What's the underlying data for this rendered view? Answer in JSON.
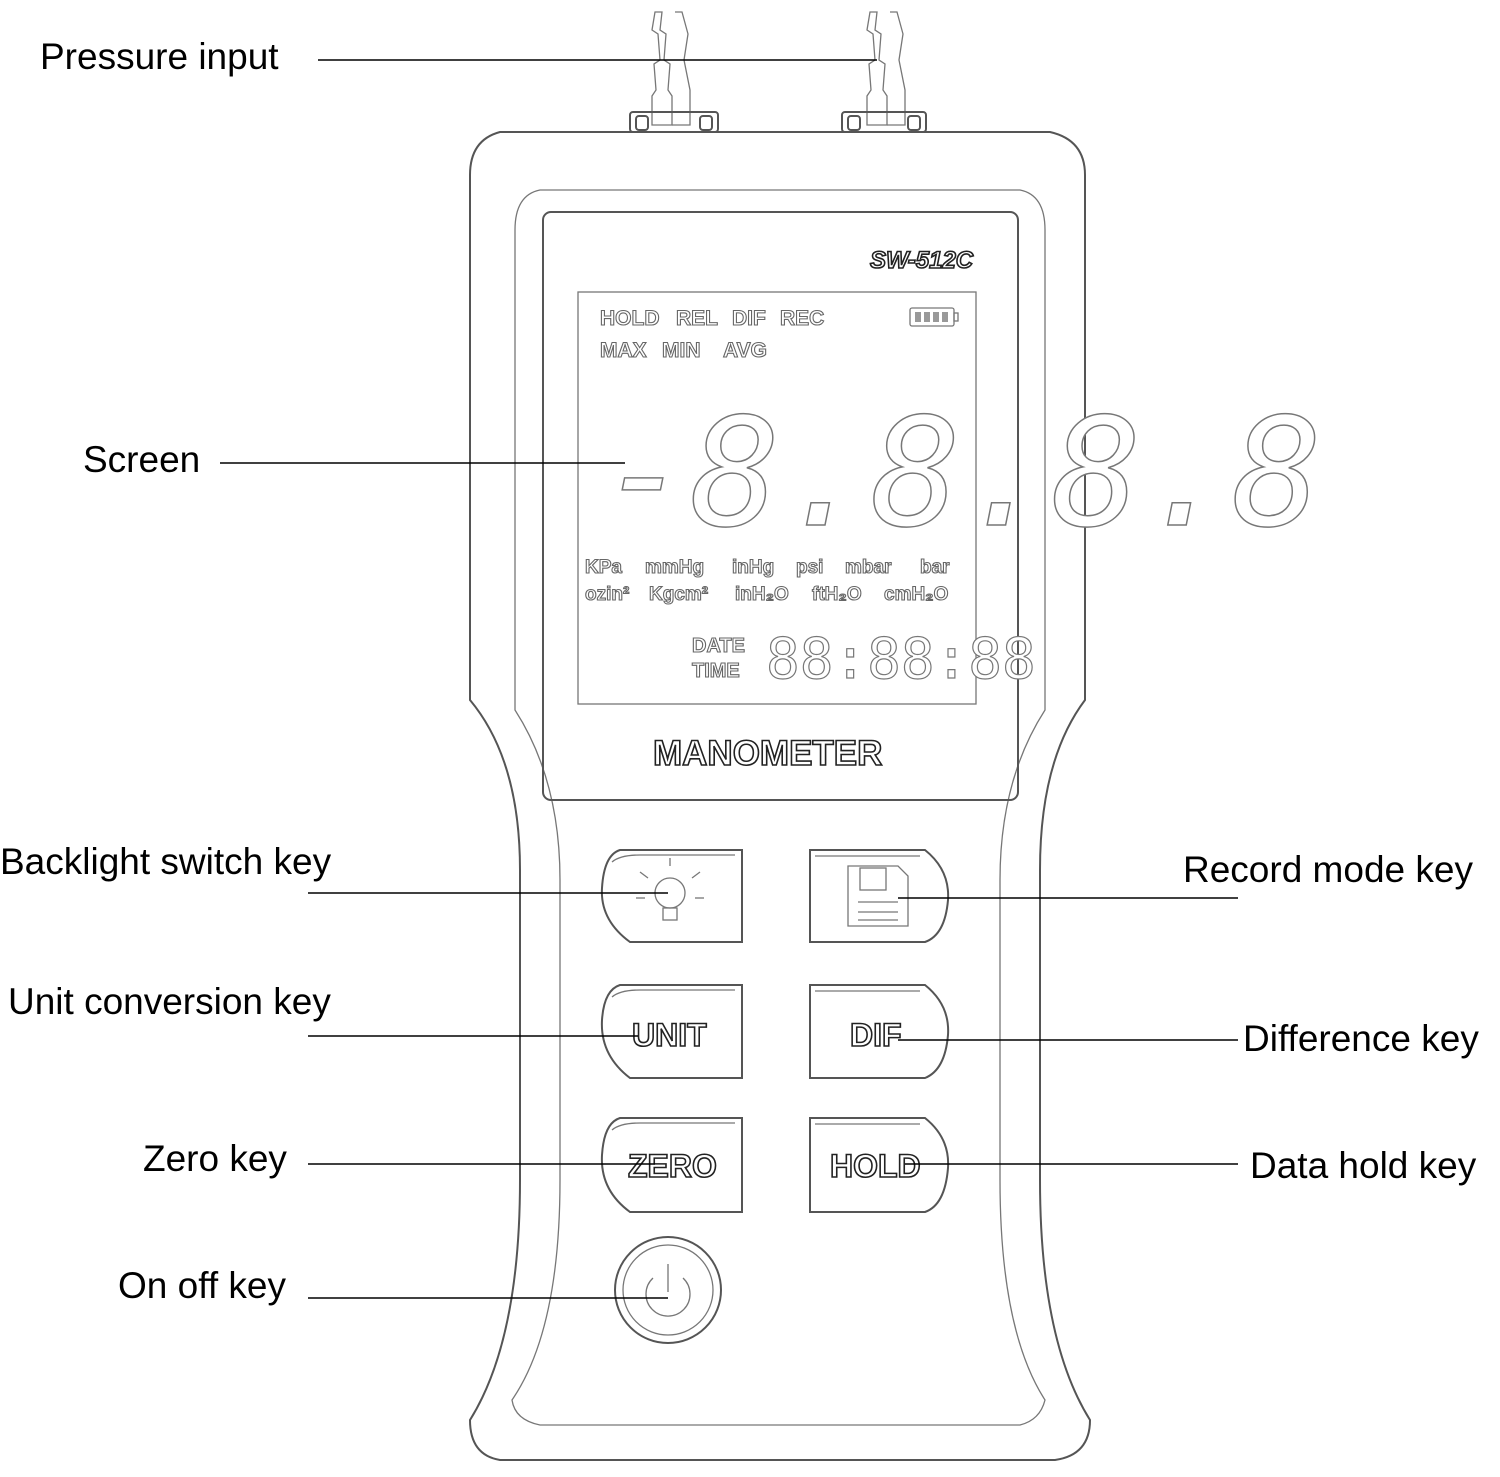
{
  "device": {
    "model": "SW-512C",
    "name": "MANOMETER",
    "lcd": {
      "indicators_row1": [
        "HOLD",
        "REL",
        "DIF",
        "REC"
      ],
      "indicators_row2": [
        "MAX",
        "MIN",
        "AVG"
      ],
      "units_row1": [
        "KPa",
        "mmHg",
        "inHg",
        "psi",
        "mbar",
        "bar"
      ],
      "units_row2": [
        "ozin²",
        "Kgcm²",
        "inH₂O",
        "ftH₂O",
        "cmH₂O"
      ],
      "date_label": "DATE",
      "time_label": "TIME",
      "main_digits": "-8.8.8.8",
      "clock_digits": "88:88:88"
    },
    "keys": {
      "unit": "UNIT",
      "dif": "DIF",
      "zero": "ZERO",
      "hold": "HOLD"
    }
  },
  "callouts": {
    "pressure_input": "Pressure input",
    "screen": "Screen",
    "backlight": "Backlight switch key",
    "record": "Record mode key",
    "unit_conversion": "Unit conversion key",
    "difference": "Difference key",
    "zero": "Zero key",
    "data_hold": "Data hold key",
    "on_off": "On off key"
  }
}
